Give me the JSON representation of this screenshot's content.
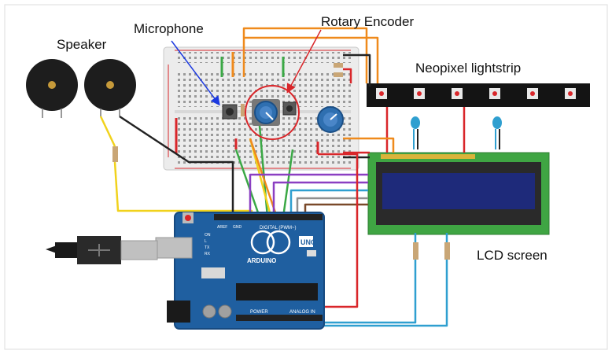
{
  "labels": {
    "speaker": "Speaker",
    "microphone": "Microphone",
    "rotary_encoder": "Rotary Encoder",
    "neopixel": "Neopixel lightstrip",
    "lcd": "LCD screen"
  },
  "board": {
    "brand": "ARDUINO",
    "model": "UNO",
    "digital_header": "DIGITAL (PWM~)",
    "power_header": "POWER",
    "analog_header": "ANALOG IN",
    "aref": "AREF",
    "gnd": "GND",
    "on": "ON",
    "tx": "TX",
    "rx": "RX",
    "l": "L"
  },
  "colors": {
    "board": "#1f5fa0",
    "breadboard": "#ececec",
    "wire_red": "#d9262a",
    "wire_black": "#222222",
    "wire_green": "#3aa845",
    "wire_orange": "#ef8a1c",
    "wire_yellow": "#f1d21c",
    "wire_purple": "#8b3fc2",
    "wire_blue": "#2f9fd0",
    "wire_brown": "#7a4a2a",
    "wire_grey": "#8f8f8f",
    "arrow": "#1d3ae0",
    "callout_red": "#d9262a",
    "lcd_screen": "#1e2a7a",
    "lcd_pcb": "#3fa543"
  }
}
